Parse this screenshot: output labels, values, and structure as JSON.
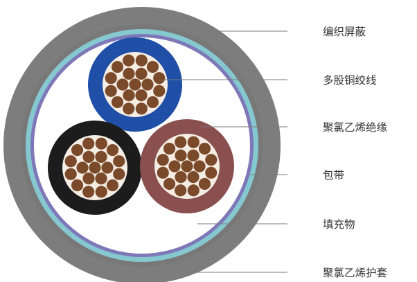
{
  "labels": {
    "braided_shield": "编织屏蔽",
    "stranded_copper": "多股铜绞线",
    "pvc_insulation": "聚氯乙烯绝缘",
    "wrapping_tape": "包带",
    "filler": "填充物",
    "pvc_sheath": "聚氯乙烯护套"
  },
  "colors": {
    "outer_sheath": "#7d7d7d",
    "inner_band": "#6f6f6f",
    "shield_ring": "#86c8d0",
    "tape_ring": "#7e78b8",
    "filler": "#ffffff",
    "core_blue": "#1f4fa6",
    "core_black": "#1c1c1c",
    "core_red": "#8a4f4f",
    "conductor_base": "#f5ede4",
    "strand": "#7a4a2a",
    "leader_line": "#7a7a7a",
    "label_text": "#333333"
  },
  "strands_per_core": 19
}
